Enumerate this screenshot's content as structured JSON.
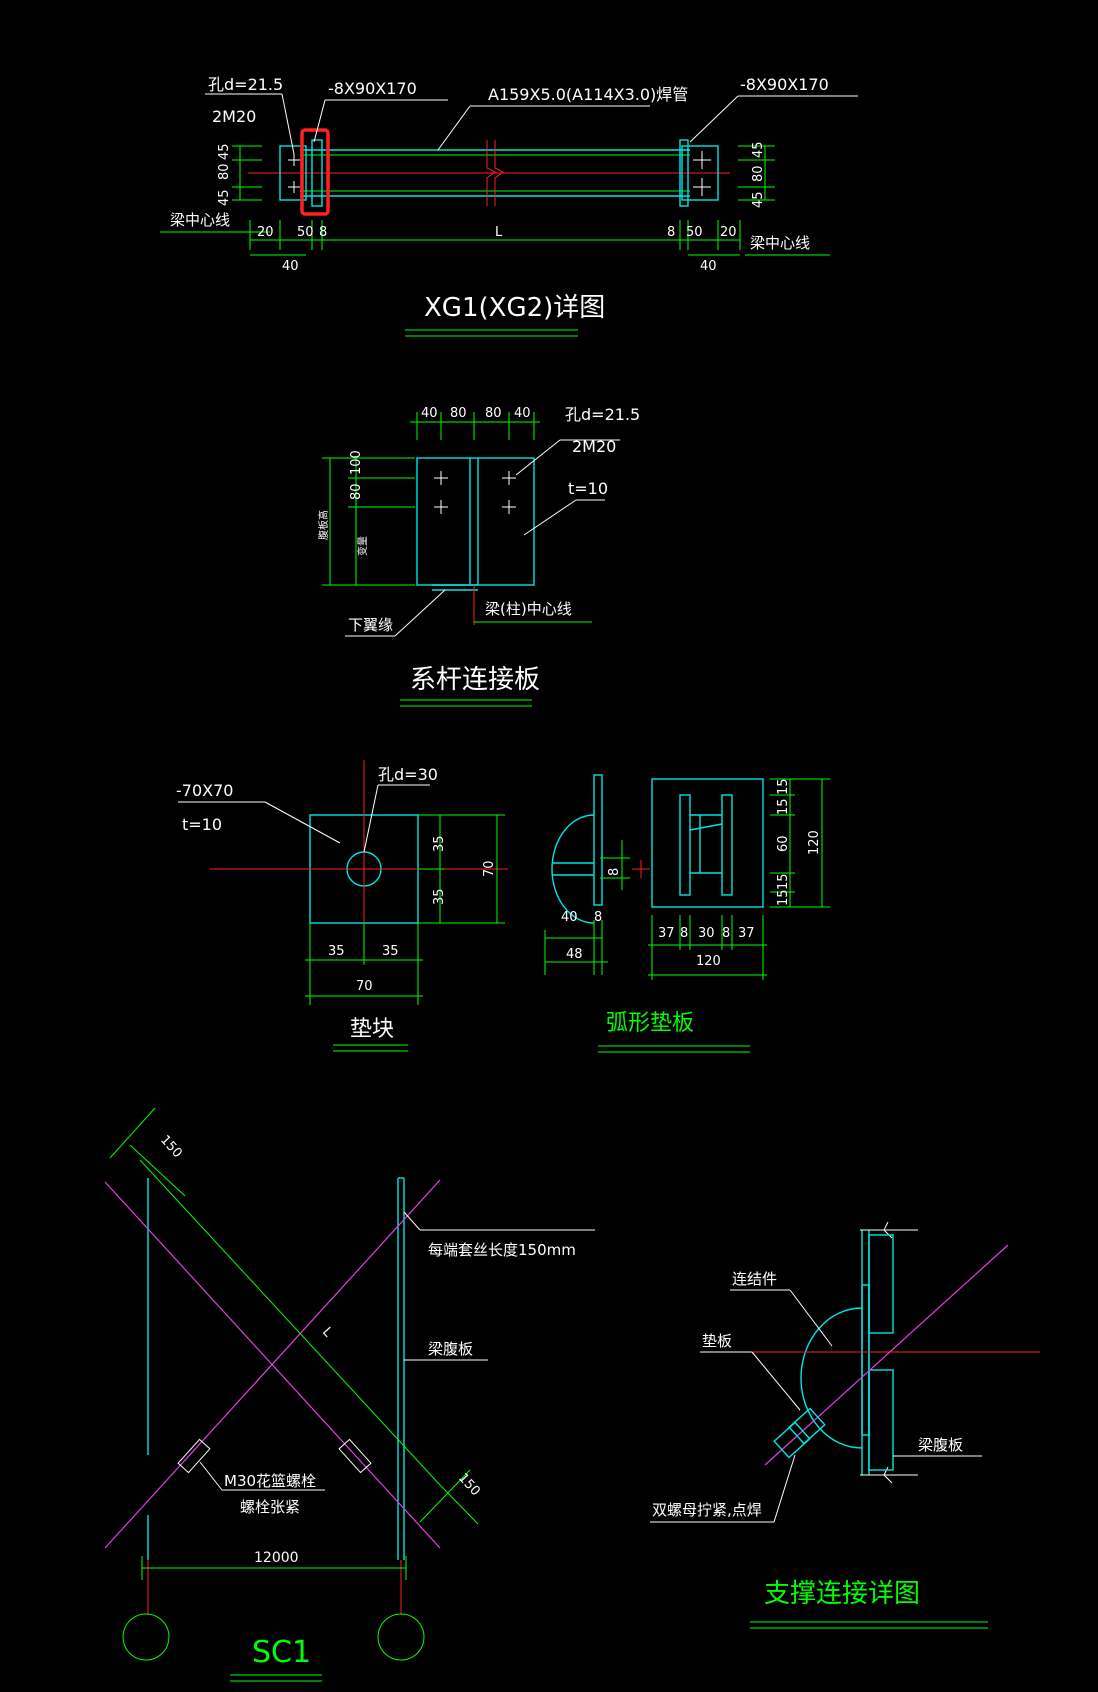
{
  "colors": {
    "background": "#000000",
    "dimension": "#00ff00",
    "member": "#00e5e5",
    "centerline": "#ff2020",
    "brace": "#e040e0",
    "text": "#ffffff",
    "highlight": "#ff2020"
  },
  "xg1": {
    "title": "XG1(XG2)详图",
    "hole_label": "孔d=21.5",
    "bolt_label": "2M20",
    "plate_left": "-8X90X170",
    "plate_right": "-8X90X170",
    "pipe_label": "A159X5.0(A114X3.0)焊管",
    "beam_center_left": "梁中心线",
    "beam_center_right": "梁中心线",
    "dims_left_v": [
      "45",
      "80",
      "45"
    ],
    "dims_right_v": [
      "45",
      "80",
      "45"
    ],
    "dims_bottom": [
      "20",
      "50",
      "8",
      "L",
      "8",
      "50",
      "20"
    ],
    "dims_bottom_40_left": "40",
    "dims_bottom_40_right": "40"
  },
  "tie_plate": {
    "title": "系杆连接板",
    "dims_top": [
      "40",
      "80",
      "80",
      "40"
    ],
    "hole_label": "孔d=21.5",
    "bolt_label": "2M20",
    "thickness": "t=10",
    "dims_left": [
      "100",
      "80"
    ],
    "side_text_1": "腹板高",
    "side_text_2": "变量",
    "lower_flange": "下翼缘",
    "center_line": "梁(柱)中心线"
  },
  "pad_block": {
    "title": "垫块",
    "size_label": "-70X70",
    "thickness": "t=10",
    "hole_label": "孔d=30",
    "dims_right": [
      "35",
      "35"
    ],
    "dim_right_total": "70",
    "dims_bottom": [
      "35",
      "35"
    ],
    "dim_bottom_total": "70"
  },
  "arc_plate": {
    "title": "弧形垫板",
    "dim_8": "8",
    "dims_bottom_a": [
      "40",
      "8"
    ],
    "dim_bottom_a_total": "48",
    "dims_bottom_b": [
      "37",
      "8",
      "30",
      "8",
      "37"
    ],
    "dim_bottom_b_total": "120",
    "dims_right": [
      "15",
      "15",
      "60",
      "15",
      "15"
    ],
    "dim_right_total": "120"
  },
  "sc1": {
    "title": "SC1",
    "dim_150_top": "150",
    "dim_150_bottom": "150",
    "length_label": "L",
    "thread_note": "每端套丝长度150mm",
    "web_label": "梁腹板",
    "turnbuckle_1": "M30花篮螺栓",
    "turnbuckle_2": "螺栓张紧",
    "span": "12000"
  },
  "brace_detail": {
    "title": "支撑连接详图",
    "connector": "连结件",
    "pad_plate": "垫板",
    "web_label": "梁腹板",
    "nut_note": "双螺母拧紧,点焊"
  }
}
